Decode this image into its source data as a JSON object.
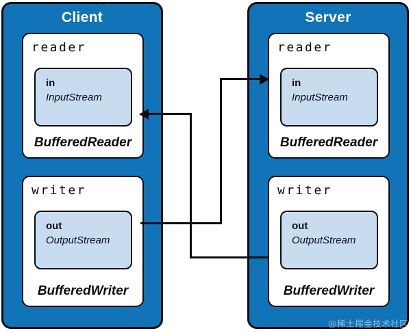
{
  "client": {
    "title": "Client",
    "reader": {
      "var_label": "reader",
      "field_name": "in",
      "field_type": "InputStream",
      "class_name": "BufferedReader"
    },
    "writer": {
      "var_label": "writer",
      "field_name": "out",
      "field_type": "OutputStream",
      "class_name": "BufferedWriter"
    }
  },
  "server": {
    "title": "Server",
    "reader": {
      "var_label": "reader",
      "field_name": "in",
      "field_type": "InputStream",
      "class_name": "BufferedReader"
    },
    "writer": {
      "var_label": "writer",
      "field_name": "out",
      "field_type": "OutputStream",
      "class_name": "BufferedWriter"
    }
  },
  "arrows": [
    {
      "from": "client.writer.out",
      "to": "server.reader.in",
      "direction": "right"
    },
    {
      "from": "server.writer.out",
      "to": "client.reader.in",
      "direction": "left"
    }
  ],
  "colors": {
    "container_blue": "#1173b8",
    "stream_box_blue": "#c7ddef",
    "line_black": "#0b0c12",
    "title_text": "#ffffff"
  },
  "watermark": "@稀土掘金技术社区"
}
